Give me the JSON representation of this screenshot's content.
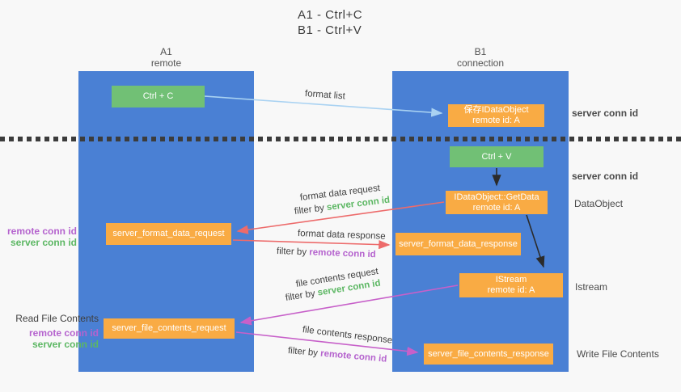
{
  "title": {
    "line1": "A1 - Ctrl+C",
    "line2": "B1 - Ctrl+V"
  },
  "columns": {
    "left": {
      "name": "A1",
      "role": "remote"
    },
    "right": {
      "name": "B1",
      "role": "connection"
    }
  },
  "nodes": {
    "ctrl_c": {
      "label": "Ctrl + C"
    },
    "ctrl_v": {
      "label": "Ctrl + V"
    },
    "save_dataobject": {
      "line1": "保存IDataObject",
      "line2": "remote id: A"
    },
    "getdata": {
      "line1": "IDataObject::GetData",
      "line2": "remote id: A"
    },
    "istream": {
      "line1": "IStream",
      "line2": "remote id: A"
    },
    "server_format_data_request": {
      "label": "server_format_data_request"
    },
    "server_format_data_response": {
      "label": "server_format_data_response"
    },
    "server_file_contents_request": {
      "label": "server_file_contents_request"
    },
    "server_file_contents_response": {
      "label": "server_file_contents_response"
    }
  },
  "arrow_labels": {
    "format_list": "format list",
    "format_data_request": "format data request",
    "format_data_response": "format data response",
    "file_contents_request": "file contents request",
    "file_contents_response": "file contents response",
    "filter_by": "filter by"
  },
  "side_labels": {
    "server_conn_id": "server conn id",
    "remote_conn_id": "remote conn id",
    "dataobject": "DataObject",
    "istream": "Istream",
    "read_file_contents": "Read File Contents",
    "write_file_contents": "Write File Contents"
  },
  "colors": {
    "column_blue": "#4a80d4",
    "node_green": "#71c075",
    "node_orange": "#f9ab44",
    "conn_id_green": "#5cb763",
    "conn_id_purple": "#b563ce",
    "arrow_blue": "#a9d2f2",
    "arrow_red": "#ed6b6b",
    "arrow_magenta": "#c760c9",
    "arrow_black": "#2b2b2b",
    "dotted_divider": "#3c3c3c"
  }
}
